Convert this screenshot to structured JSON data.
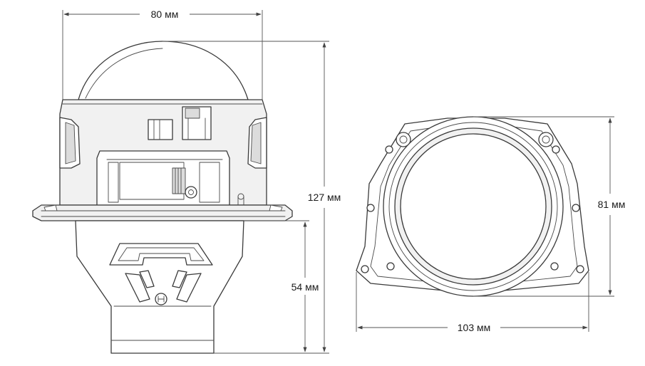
{
  "dimensions": {
    "side_width": "80 мм",
    "side_height_total": "127 мм",
    "side_height_base": "54 мм",
    "front_height": "81 мм",
    "front_width": "103 мм"
  },
  "colors": {
    "outline": "#3a3a3a",
    "dimension_line": "#555555",
    "background": "#ffffff"
  }
}
